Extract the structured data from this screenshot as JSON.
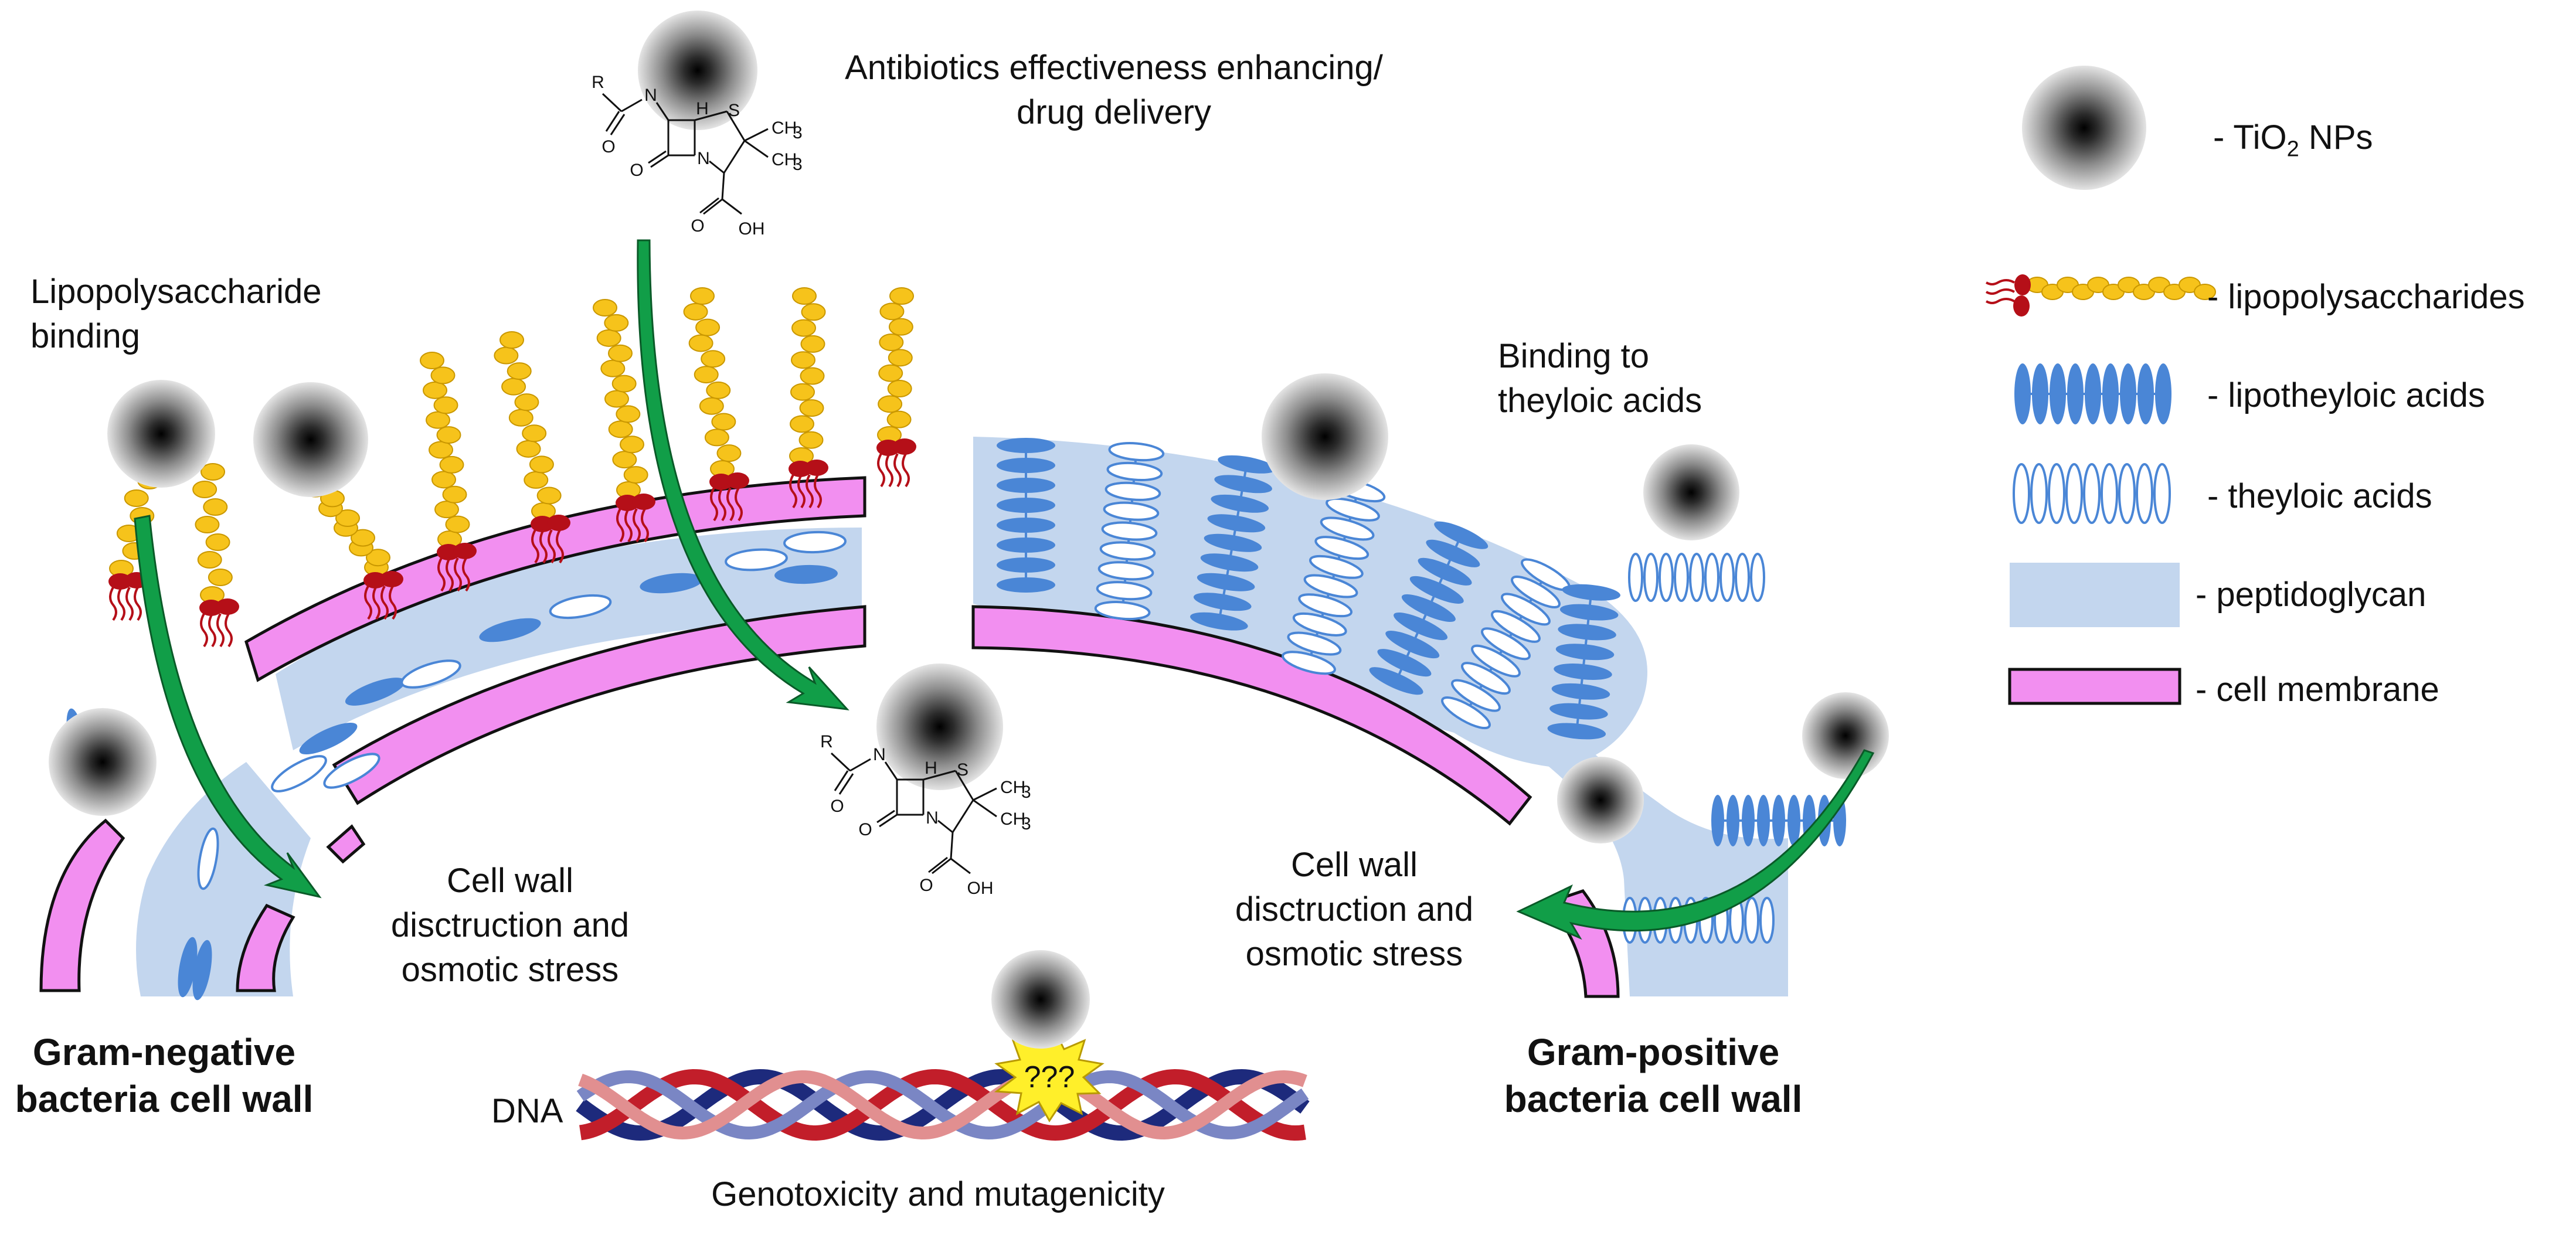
{
  "labels": {
    "antibiotics_line1": "Antibiotics effectiveness enhancing/",
    "antibiotics_line2": "drug delivery",
    "lps_binding_line1": "Lipopolysaccharide",
    "lps_binding_line2": "binding",
    "binding_teichoic_line1": "Binding to",
    "binding_teichoic_line2": "theyloic acids",
    "cellwall_left_line1": "Cell wall",
    "cellwall_left_line2": "disctruction and",
    "cellwall_left_line3": "osmotic stress",
    "cellwall_right_line1": "Cell wall",
    "cellwall_right_line2": "disctruction and",
    "cellwall_right_line3": "osmotic stress",
    "gram_negative_line1": "Gram-negative",
    "gram_negative_line2": "bacteria cell wall",
    "gram_positive_line1": "Gram-positive",
    "gram_positive_line2": "bacteria  cell wall",
    "dna": "DNA",
    "genotoxicity": "Genotoxicity and mutagenicity",
    "question": "???"
  },
  "molecule": {
    "r": "R",
    "o": "O",
    "n": "N",
    "h": "H",
    "s": "S",
    "ch3": "CH",
    "sub3": "3",
    "oh": "OH"
  },
  "legend": {
    "tio2_prefix": "- TiO",
    "tio2_sub": "2",
    "tio2_suffix": " NPs",
    "lipopolysaccharides": "- lipopolysaccharides",
    "lipoteichoic": "- lipotheyloic acids",
    "teichoic": "- theyloic acids",
    "peptidoglycan": "- peptidoglycan",
    "membrane": "- cell membrane"
  },
  "colors": {
    "membrane_fill": "#f28ff0",
    "peptidoglycan": "#c3d6ee",
    "lps_yellow": "#f6c31b",
    "lps_red": "#b50f18",
    "lipoteichoic": "#4a86d6",
    "teichoic_outline": "#4a86d6",
    "arrow_green": "#119e48",
    "dna_dark": "#1d2a7c",
    "dna_red": "#c21e2a",
    "star_yellow": "#ffef2a"
  }
}
